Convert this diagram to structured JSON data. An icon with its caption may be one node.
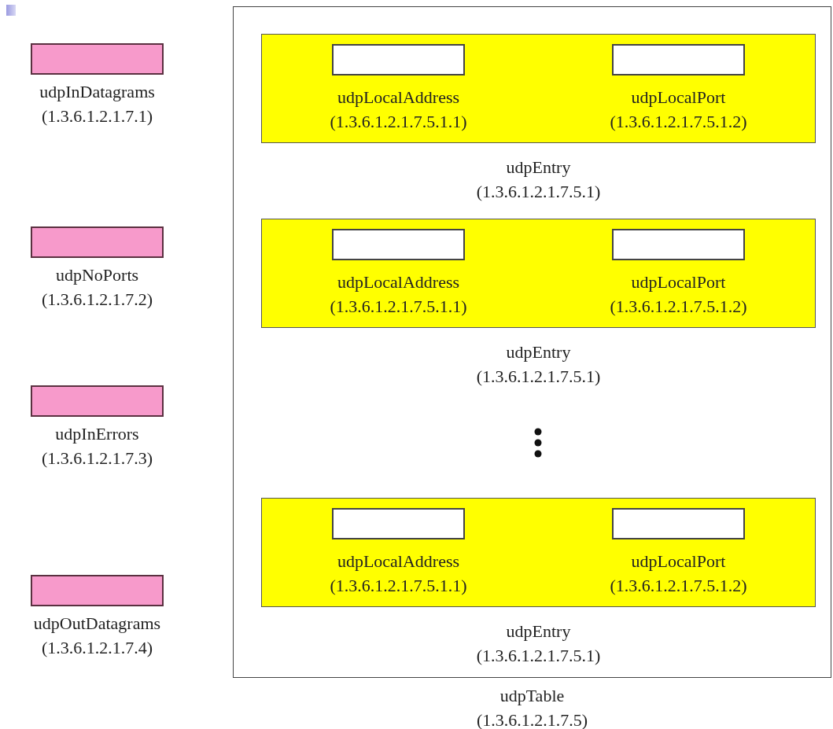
{
  "diagram": {
    "nodes": [
      {
        "text": [
          "udpInDatagrams",
          "(1.3.6.1.2.1.7.1)"
        ]
      },
      {
        "text": [
          "udpNoPorts",
          "(1.3.6.1.2.1.7.2)"
        ]
      },
      {
        "text": [
          "udpInErrors",
          "(1.3.6.1.2.1.7.3)"
        ]
      },
      {
        "text": [
          "udpOutDatagrams",
          "(1.3.6.1.2.1.7.4)"
        ]
      },
      {
        "text": [
          "udpTable",
          "(1.3.6.1.2.1.7.5)"
        ]
      },
      {
        "text": [
          "udpEntry",
          "(1.3.6.1.2.1.7.5.1)"
        ],
        "in": 4
      },
      {
        "text": [
          "udpLocalAddress",
          "(1.3.6.1.2.1.7.5.1.1)"
        ],
        "in": 5
      },
      {
        "text": [
          "udpLocalPort",
          "(1.3.6.1.2.1.7.5.1.2)"
        ],
        "in": 5
      },
      {
        "text": [
          "udpEntry",
          "(1.3.6.1.2.1.7.5.1)"
        ],
        "in": 4
      },
      {
        "text": [
          "udpLocalAddress",
          "(1.3.6.1.2.1.7.5.1.1)"
        ],
        "in": 8
      },
      {
        "text": [
          "udpLocalPort",
          "(1.3.6.1.2.1.7.5.1.2)"
        ],
        "in": 8
      },
      {
        "text": [
          "udpEntry",
          "(1.3.6.1.2.1.7.5.1)"
        ],
        "in": 4
      },
      {
        "text": [
          "udpLocalAddress",
          "(1.3.6.1.2.1.7.5.1.1)"
        ],
        "in": 11
      },
      {
        "text": [
          "udpLocalPort",
          "(1.3.6.1.2.1.7.5.1.2)"
        ],
        "in": 11
      }
    ],
    "edges": []
  }
}
